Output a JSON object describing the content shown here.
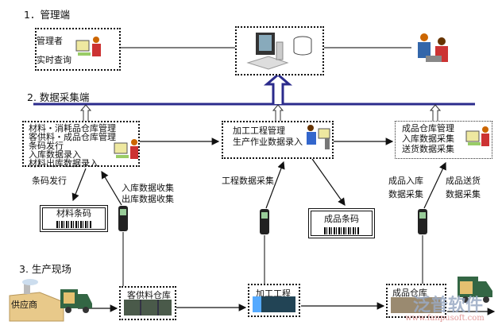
{
  "sections": {
    "management": "1．管理端",
    "data_collection": "2. 数据采集端",
    "production_site": "3. 生产现场"
  },
  "manager_box": {
    "line1": "管理者",
    "line2": "实时查询"
  },
  "material_box": {
    "lines": [
      "材料・消耗品仓库管理",
      "客供料・成品仓库管理",
      "条码发行",
      "入库数据录入",
      "材料出库数据录入"
    ]
  },
  "process_box": {
    "lines": [
      "加工工程管理",
      "生产作业数据录入"
    ]
  },
  "product_box": {
    "lines": [
      "成品仓库管理",
      "入库数据采集",
      "送货数据采集"
    ]
  },
  "edge_labels": {
    "barcode_issue": "条码发行",
    "in_collect": "入库数据收集",
    "out_collect": "出库数据收集",
    "process_collect": "工程数据采集",
    "prod_in_1": "成品入库",
    "prod_in_2": "数据采集",
    "prod_ship_1": "成品送货",
    "prod_ship_2": "数据采集"
  },
  "barcodes": {
    "material": "材料条码",
    "product": "成品条码"
  },
  "site": {
    "supplier": "供应商",
    "consign_warehouse": "客供料仓库",
    "processing": "加工工程",
    "product_warehouse": "成品仓库"
  },
  "watermark": {
    "brand": "泛普软件",
    "url": "www.fanpusoft.com"
  },
  "colors": {
    "bus_line": "#2b2b8c",
    "arrow": "#111111"
  }
}
